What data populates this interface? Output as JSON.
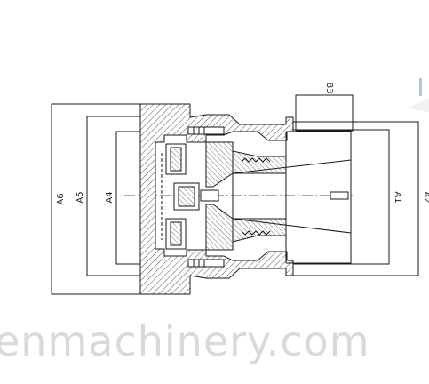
{
  "drawing": {
    "dimension_labels": {
      "a6": "A6",
      "a5": "A5",
      "a4": "A4",
      "a1": "A1",
      "a2": "A2",
      "b3": "B3"
    },
    "colors": {
      "line": "#1a1a1a",
      "hatch": "#555555",
      "corner_accent": "#a9c9e6",
      "watermark": "#d9d9d9"
    }
  },
  "watermark": {
    "text": "enmachinery.com"
  }
}
